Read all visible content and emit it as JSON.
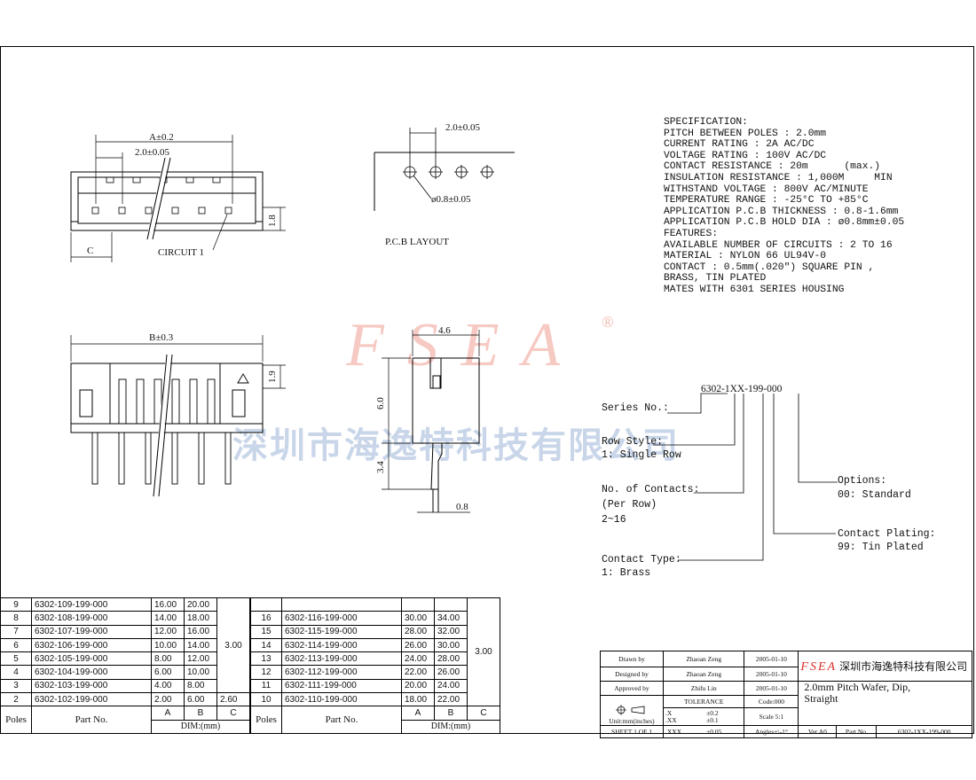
{
  "watermark": {
    "logo": "FSEA",
    "reg": "®",
    "company_cn": "深圳市海逸特科技有限公司"
  },
  "front_view": {
    "dim_a": "A±0.2",
    "dim_pitch": "2.0±0.05",
    "dim_c": "C",
    "dim_height": "1.8",
    "circuit_label": "CIRCUIT 1"
  },
  "pcb_layout": {
    "dim_pitch": "2.0±0.05",
    "dim_hole": "ø0.8±0.05",
    "title": "P.C.B LAYOUT"
  },
  "bottom_view": {
    "dim_b": "B±0.3",
    "dim_height": "1.9"
  },
  "side_view": {
    "dim_width": "4.6",
    "dim_height": "6.0",
    "dim_pin": "3.4",
    "dim_thickness": "0.8"
  },
  "specification": [
    "SPECIFICATION:",
    "PITCH BETWEEN POLES : 2.0mm",
    "CURRENT RATING : 2A AC/DC",
    "VOLTAGE RATING : 100V AC/DC",
    "CONTACT RESISTANCE : 20m      (max.)",
    "INSULATION RESISTANCE : 1,000M     MIN",
    "WITHSTAND VOLTAGE : 800V AC/MINUTE",
    "TEMPERATURE RANGE : -25°C TO +85°C",
    "APPLICATION P.C.B THICKNESS : 0.8-1.6mm",
    "APPLICATION P.C.B HOLD DIA : ø0.8mm±0.05",
    "FEATURES:",
    "AVAILABLE NUMBER OF CIRCUITS : 2 TO 16",
    "MATERIAL : NYLON 66 UL94V-0",
    "CONTACT : 0.5mm(.020\") SQUARE PIN ,",
    "BRASS, TIN PLATED",
    "MATES WITH 6301 SERIES HOUSING"
  ],
  "part_code": {
    "code": "6302-1XX-199-000",
    "series": "Series No.:",
    "row_style": [
      "Row Style:",
      "1: Single Row"
    ],
    "contacts": [
      "No. of Contacts:",
      "(Per Row)",
      "2~16"
    ],
    "contact_type": [
      "Contact Type:",
      "1: Brass"
    ],
    "options": [
      "Options:",
      "00: Standard"
    ],
    "plating": [
      "Contact Plating:",
      "99: Tin Plated"
    ]
  },
  "table": {
    "left_rows": [
      {
        "poles": "9",
        "part": "6302-109-199-000",
        "a": "16.00",
        "b": "20.00"
      },
      {
        "poles": "8",
        "part": "6302-108-199-000",
        "a": "14.00",
        "b": "18.00"
      },
      {
        "poles": "7",
        "part": "6302-107-199-000",
        "a": "12.00",
        "b": "16.00"
      },
      {
        "poles": "6",
        "part": "6302-106-199-000",
        "a": "10.00",
        "b": "14.00"
      },
      {
        "poles": "5",
        "part": "6302-105-199-000",
        "a": "8.00",
        "b": "12.00"
      },
      {
        "poles": "4",
        "part": "6302-104-199-000",
        "a": "6.00",
        "b": "10.00"
      },
      {
        "poles": "3",
        "part": "6302-103-199-000",
        "a": "4.00",
        "b": "8.00"
      },
      {
        "poles": "2",
        "part": "6302-102-199-000",
        "a": "2.00",
        "b": "6.00",
        "c": "2.60"
      }
    ],
    "left_c": "3.00",
    "right_rows": [
      {
        "poles": "16",
        "part": "6302-116-199-000",
        "a": "30.00",
        "b": "34.00"
      },
      {
        "poles": "15",
        "part": "6302-115-199-000",
        "a": "28.00",
        "b": "32.00"
      },
      {
        "poles": "14",
        "part": "6302-114-199-000",
        "a": "26.00",
        "b": "30.00"
      },
      {
        "poles": "13",
        "part": "6302-113-199-000",
        "a": "24.00",
        "b": "28.00"
      },
      {
        "poles": "12",
        "part": "6302-112-199-000",
        "a": "22.00",
        "b": "26.00"
      },
      {
        "poles": "11",
        "part": "6302-111-199-000",
        "a": "20.00",
        "b": "24.00"
      },
      {
        "poles": "10",
        "part": "6302-110-199-000",
        "a": "18.00",
        "b": "22.00"
      }
    ],
    "right_c": "3.00",
    "head": {
      "poles": "Poles",
      "part": "Part No.",
      "a": "A",
      "b": "B",
      "c": "C",
      "dim": "DIM:(mm)"
    }
  },
  "title_block": {
    "drawn_by_label": "Drawn   by",
    "drawn_by": "Zhaoan Zeng",
    "drawn_date": "2005-01-10",
    "designed_by_label": "Designed  by",
    "designed_by": "Zhaoan Zeng",
    "designed_date": "2005-01-10",
    "approved_by_label": "Approved  by",
    "approved_by": "Zhifu Lin",
    "approved_date": "2005-01-10",
    "tolerance_label": "TOLERANCE",
    "code_label": "Code:000",
    "tol_x": ".X",
    "tol_x_val": "±0.2",
    "tol_xx": ".XX",
    "tol_xx_val": "±0.1",
    "tol_xxx": ".XXX",
    "tol_xxx_val": "±0.05",
    "units": "Unit:mm(inches)",
    "scale": "Scale  5:1",
    "sheet": "SHEET  1  OF  1",
    "angles": "Angles+\\-1°",
    "logo": "FSEA",
    "company": "深圳市海逸特科技有限公司",
    "title_line1": "2.0mm Pitch Wafer, Dip,",
    "title_line2": "Straight",
    "ver": "Ver A0",
    "part_label": "Part No.",
    "part_no": "6302-1XX-199-000"
  }
}
